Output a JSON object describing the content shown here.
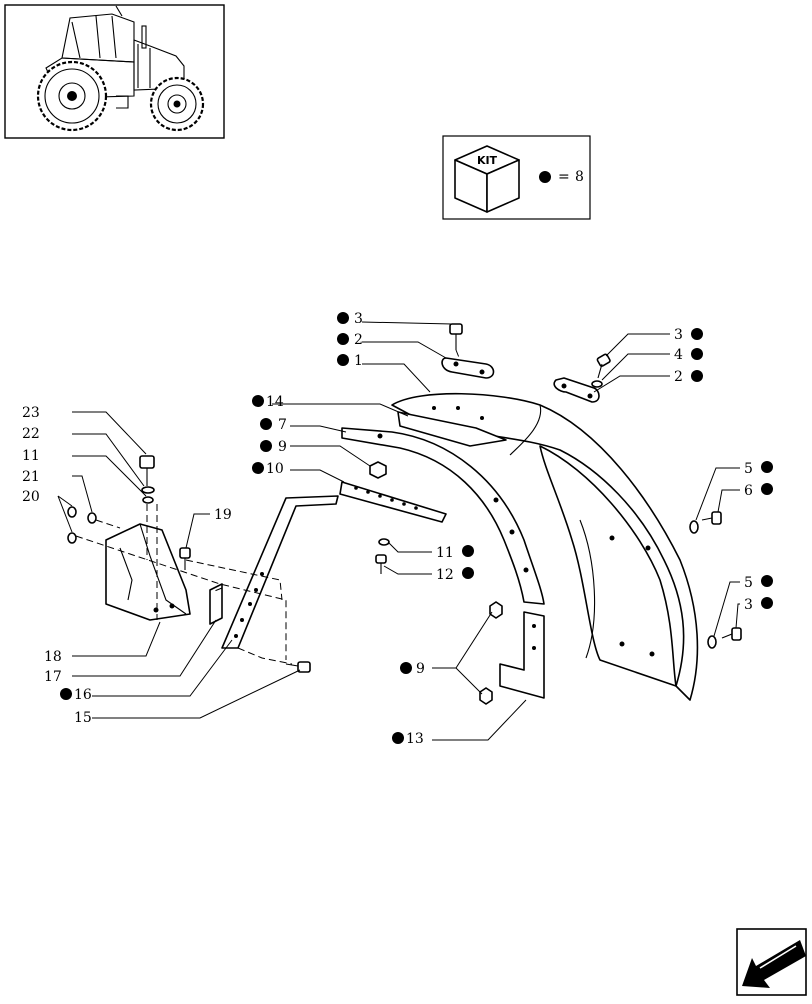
{
  "kit_legend": {
    "kit_label": "KIT",
    "equals_sign": "=",
    "kit_value": "8"
  },
  "callouts": [
    {
      "id": "c-3-top",
      "label": "3",
      "dot": true
    },
    {
      "id": "c-2-top",
      "label": "2",
      "dot": true
    },
    {
      "id": "c-1",
      "label": "1",
      "dot": true
    },
    {
      "id": "c-3-right",
      "label": "3",
      "dot": true
    },
    {
      "id": "c-4",
      "label": "4",
      "dot": true
    },
    {
      "id": "c-2-right",
      "label": "2",
      "dot": true
    },
    {
      "id": "c-14",
      "label": "14",
      "dot": true
    },
    {
      "id": "c-7",
      "label": "7",
      "dot": true
    },
    {
      "id": "c-9-mid",
      "label": "9",
      "dot": true
    },
    {
      "id": "c-10",
      "label": "10",
      "dot": true
    },
    {
      "id": "c-5-upper",
      "label": "5",
      "dot": true
    },
    {
      "id": "c-6",
      "label": "6",
      "dot": true
    },
    {
      "id": "c-23",
      "label": "23",
      "dot": false
    },
    {
      "id": "c-22",
      "label": "22",
      "dot": false
    },
    {
      "id": "c-11-left",
      "label": "11",
      "dot": false
    },
    {
      "id": "c-21",
      "label": "21",
      "dot": false
    },
    {
      "id": "c-20",
      "label": "20",
      "dot": false
    },
    {
      "id": "c-19",
      "label": "19",
      "dot": false
    },
    {
      "id": "c-11-mid",
      "label": "11",
      "dot": true
    },
    {
      "id": "c-12",
      "label": "12",
      "dot": true
    },
    {
      "id": "c-5-lower",
      "label": "5",
      "dot": true
    },
    {
      "id": "c-3-lower",
      "label": "3",
      "dot": true
    },
    {
      "id": "c-18",
      "label": "18",
      "dot": false
    },
    {
      "id": "c-17",
      "label": "17",
      "dot": false
    },
    {
      "id": "c-9-low",
      "label": "9",
      "dot": true
    },
    {
      "id": "c-16",
      "label": "16",
      "dot": true
    },
    {
      "id": "c-15",
      "label": "15",
      "dot": false
    },
    {
      "id": "c-13",
      "label": "13",
      "dot": true
    }
  ]
}
